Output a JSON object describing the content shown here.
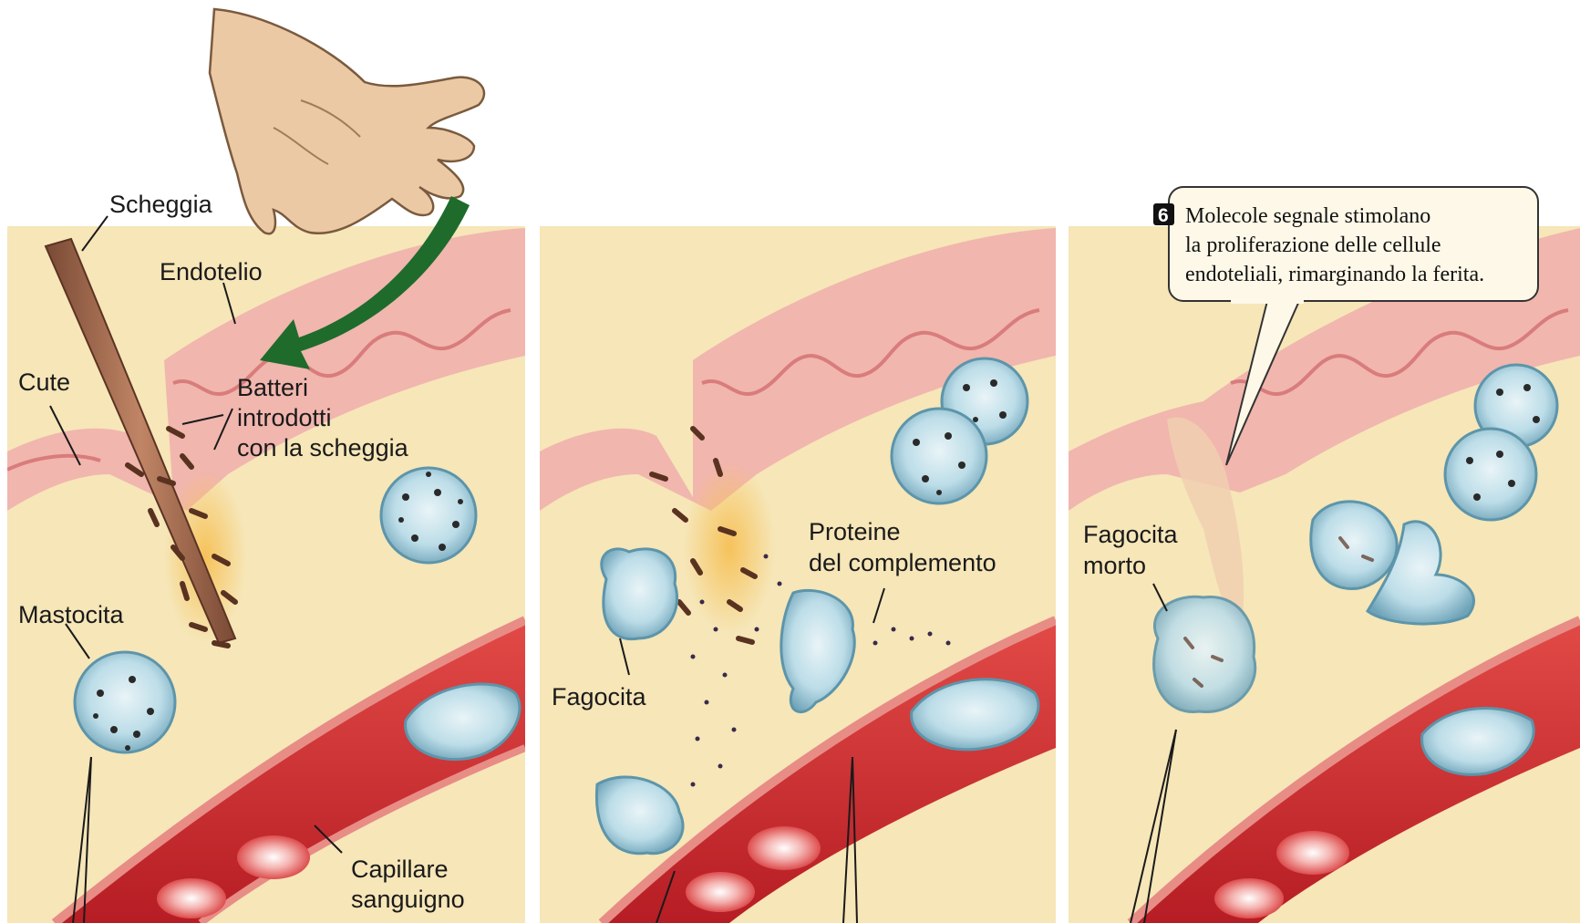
{
  "panels": [
    {
      "labels": {
        "scheggia": "Scheggia",
        "endotelio": "Endotelio",
        "cute": "Cute",
        "batteri_1": "Batteri",
        "batteri_2": "introdotti",
        "batteri_3": "con la scheggia",
        "mastocita": "Mastocita",
        "capillare_1": "Capillare",
        "capillare_2": "sanguigno"
      }
    },
    {
      "labels": {
        "proteine_1": "Proteine",
        "proteine_2": "del complemento",
        "fagocita": "Fagocita"
      }
    },
    {
      "callout": {
        "step": "6",
        "line1": "Molecole segnale stimolano",
        "line2": "la proliferazione delle cellule",
        "line3": "endoteliali, rimarginando la ferita."
      },
      "labels": {
        "fagocita_morto_1": "Fagocita",
        "fagocita_morto_2": "morto"
      }
    }
  ],
  "colors": {
    "tissue": "#f6e6b8",
    "skin": "#f1b6ae",
    "skin_dark": "#d97c7c",
    "vessel": "#c8242a",
    "vessel_light": "#e9544f",
    "arrow": "#1f6b2c",
    "cell": "#b9dbe6",
    "cell_edge": "#5d95aa",
    "splinter": "#9a6248",
    "bacteria": "#5a3220"
  }
}
